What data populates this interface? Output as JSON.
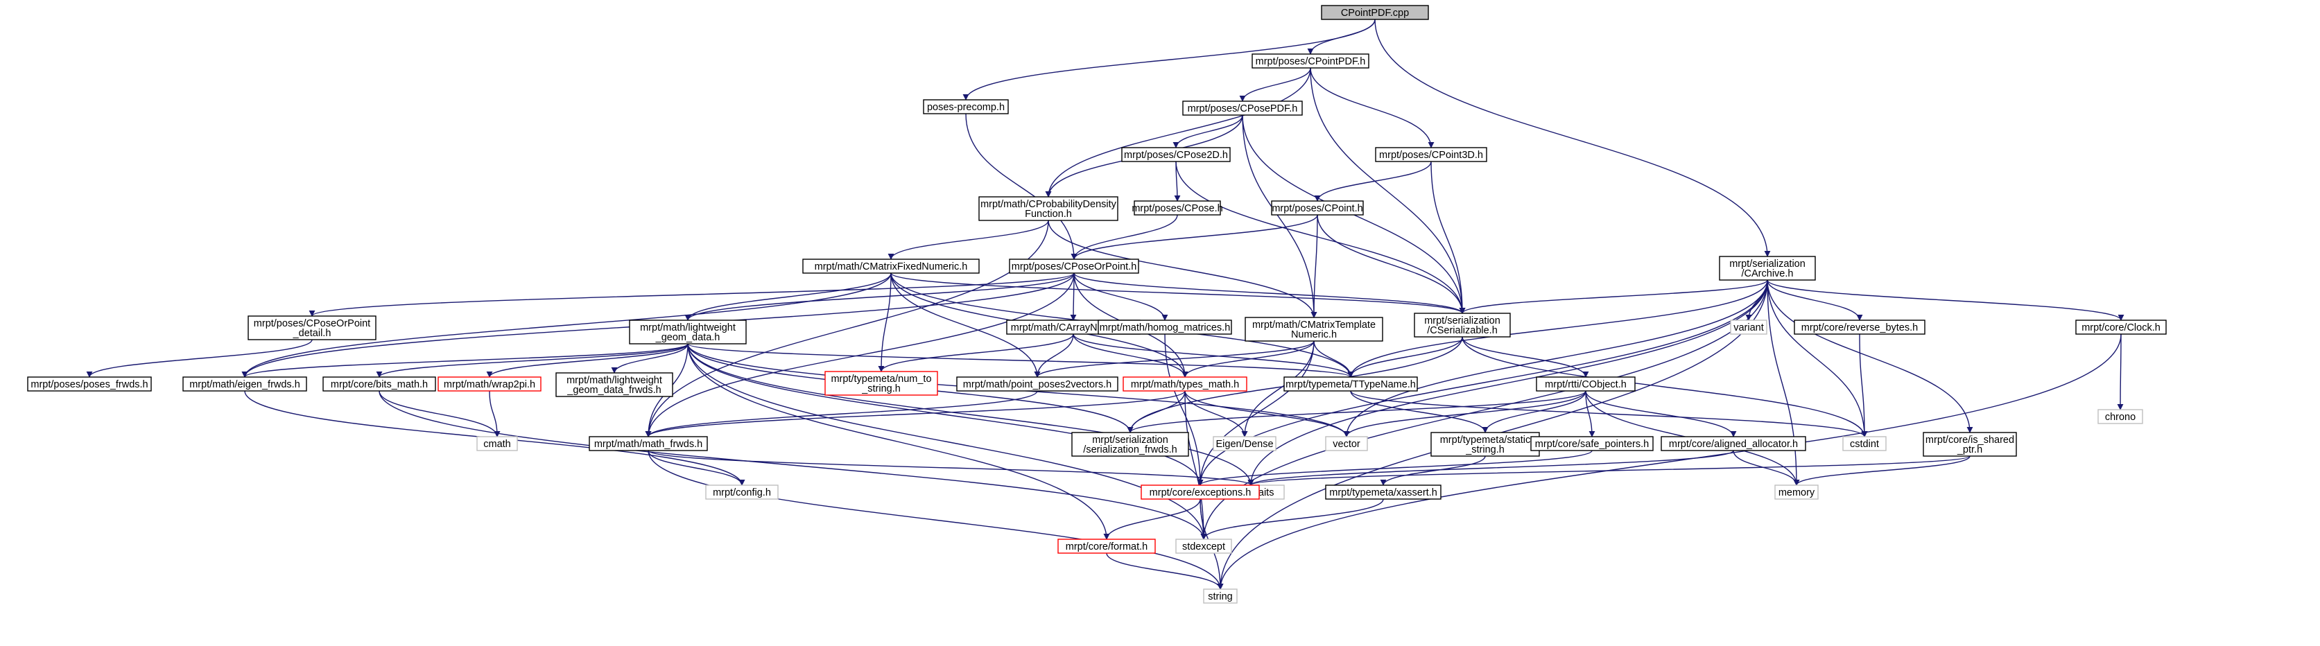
{
  "colors": {
    "edge": "#191970",
    "root_fill": "#bfbfbf",
    "normal_border": "#000000",
    "missing_border": "#bfbfbf",
    "missing_text": "#555555",
    "incomplete_border": "#ff0000",
    "fill": "#ffffff"
  },
  "nodes": [
    {
      "id": "root",
      "lines": [
        "CPointPDF.cpp"
      ],
      "kind": "root"
    },
    {
      "id": "posesPrecomp",
      "lines": [
        "poses-precomp.h"
      ],
      "kind": "normal"
    },
    {
      "id": "cpointpdf",
      "lines": [
        "mrpt/poses/CPointPDF.h"
      ],
      "kind": "normal"
    },
    {
      "id": "cposepdf",
      "lines": [
        "mrpt/poses/CPosePDF.h"
      ],
      "kind": "normal"
    },
    {
      "id": "cpose2d",
      "lines": [
        "mrpt/poses/CPose2D.h"
      ],
      "kind": "normal"
    },
    {
      "id": "cpoint3d",
      "lines": [
        "mrpt/poses/CPoint3D.h"
      ],
      "kind": "normal"
    },
    {
      "id": "cprob",
      "lines": [
        "mrpt/math/CProbabilityDensity",
        "Function.h"
      ],
      "kind": "normal"
    },
    {
      "id": "cposeh",
      "lines": [
        "mrpt/poses/CPose.h"
      ],
      "kind": "normal"
    },
    {
      "id": "cpointh",
      "lines": [
        "mrpt/poses/CPoint.h"
      ],
      "kind": "normal"
    },
    {
      "id": "cmatfixed",
      "lines": [
        "mrpt/math/CMatrixFixedNumeric.h"
      ],
      "kind": "normal"
    },
    {
      "id": "cposeorpoint",
      "lines": [
        "mrpt/poses/CPoseOrPoint.h"
      ],
      "kind": "normal"
    },
    {
      "id": "carchive",
      "lines": [
        "mrpt/serialization",
        "/CArchive.h"
      ],
      "kind": "normal"
    },
    {
      "id": "cposeorpointdetail",
      "lines": [
        "mrpt/poses/CPoseOrPoint",
        "_detail.h"
      ],
      "kind": "normal"
    },
    {
      "id": "lwgeom",
      "lines": [
        "mrpt/math/lightweight",
        "_geom_data.h"
      ],
      "kind": "normal"
    },
    {
      "id": "carraynumeric",
      "lines": [
        "mrpt/math/CArrayNumeric.h"
      ],
      "kind": "normal"
    },
    {
      "id": "homog",
      "lines": [
        "mrpt/math/homog_matrices.h"
      ],
      "kind": "normal"
    },
    {
      "id": "cmattemplate",
      "lines": [
        "mrpt/math/CMatrixTemplate",
        "Numeric.h"
      ],
      "kind": "normal"
    },
    {
      "id": "cserializable",
      "lines": [
        "mrpt/serialization",
        "/CSerializable.h"
      ],
      "kind": "normal"
    },
    {
      "id": "variant",
      "lines": [
        "variant"
      ],
      "kind": "missing"
    },
    {
      "id": "reversebytes",
      "lines": [
        "mrpt/core/reverse_bytes.h"
      ],
      "kind": "normal"
    },
    {
      "id": "clock",
      "lines": [
        "mrpt/core/Clock.h"
      ],
      "kind": "normal"
    },
    {
      "id": "posesfrwds",
      "lines": [
        "mrpt/poses/poses_frwds.h"
      ],
      "kind": "normal"
    },
    {
      "id": "eigenfrwds",
      "lines": [
        "mrpt/math/eigen_frwds.h"
      ],
      "kind": "normal"
    },
    {
      "id": "bitsmath",
      "lines": [
        "mrpt/core/bits_math.h"
      ],
      "kind": "normal"
    },
    {
      "id": "wrap2pi",
      "lines": [
        "mrpt/math/wrap2pi.h"
      ],
      "kind": "incomplete"
    },
    {
      "id": "lwgeomfrwds",
      "lines": [
        "mrpt/math/lightweight",
        "_geom_data_frwds.h"
      ],
      "kind": "normal"
    },
    {
      "id": "numtostring",
      "lines": [
        "mrpt/typemeta/num_to",
        "_string.h"
      ],
      "kind": "incomplete"
    },
    {
      "id": "pointposes2vec",
      "lines": [
        "mrpt/math/point_poses2vectors.h"
      ],
      "kind": "normal"
    },
    {
      "id": "typesmath",
      "lines": [
        "mrpt/math/types_math.h"
      ],
      "kind": "incomplete"
    },
    {
      "id": "ttypename",
      "lines": [
        "mrpt/typemeta/TTypeName.h"
      ],
      "kind": "normal"
    },
    {
      "id": "crtti",
      "lines": [
        "mrpt/rtti/CObject.h"
      ],
      "kind": "normal"
    },
    {
      "id": "chrono",
      "lines": [
        "chrono"
      ],
      "kind": "missing"
    },
    {
      "id": "cmath",
      "lines": [
        "cmath"
      ],
      "kind": "missing"
    },
    {
      "id": "mathfrwds",
      "lines": [
        "mrpt/math/math_frwds.h"
      ],
      "kind": "normal"
    },
    {
      "id": "sfrwds",
      "lines": [
        "mrpt/serialization",
        "/serialization_frwds.h"
      ],
      "kind": "normal"
    },
    {
      "id": "eigendense",
      "lines": [
        "Eigen/Dense"
      ],
      "kind": "missing"
    },
    {
      "id": "vector",
      "lines": [
        "vector"
      ],
      "kind": "missing"
    },
    {
      "id": "staticstring",
      "lines": [
        "mrpt/typemeta/static",
        "_string.h"
      ],
      "kind": "normal"
    },
    {
      "id": "safepointers",
      "lines": [
        "mrpt/core/safe_pointers.h"
      ],
      "kind": "normal"
    },
    {
      "id": "alignedalloc",
      "lines": [
        "mrpt/core/aligned_allocator.h"
      ],
      "kind": "normal"
    },
    {
      "id": "issharedptr",
      "lines": [
        "mrpt/core/is_shared",
        "_ptr.h"
      ],
      "kind": "normal"
    },
    {
      "id": "cstdint",
      "lines": [
        "cstdint"
      ],
      "kind": "missing"
    },
    {
      "id": "config",
      "lines": [
        "mrpt/config.h"
      ],
      "kind": "missing"
    },
    {
      "id": "typetraits",
      "lines": [
        "type_traits"
      ],
      "kind": "missing"
    },
    {
      "id": "memory",
      "lines": [
        "memory"
      ],
      "kind": "missing"
    },
    {
      "id": "exceptions",
      "lines": [
        "mrpt/core/exceptions.h"
      ],
      "kind": "incomplete"
    },
    {
      "id": "xassert",
      "lines": [
        "mrpt/typemeta/xassert.h"
      ],
      "kind": "normal"
    },
    {
      "id": "stdexcept",
      "lines": [
        "stdexcept"
      ],
      "kind": "missing"
    },
    {
      "id": "format",
      "lines": [
        "mrpt/core/format.h"
      ],
      "kind": "incomplete"
    },
    {
      "id": "string",
      "lines": [
        "string"
      ],
      "kind": "missing"
    }
  ],
  "edges": [
    [
      "root",
      "posesPrecomp"
    ],
    [
      "root",
      "cpointpdf"
    ],
    [
      "root",
      "carchive"
    ],
    [
      "posesPrecomp",
      "cposeorpoint"
    ],
    [
      "cpointpdf",
      "cposepdf"
    ],
    [
      "cpointpdf",
      "cpoint3d"
    ],
    [
      "cpointpdf",
      "cprob"
    ],
    [
      "cpointpdf",
      "cserializable"
    ],
    [
      "cposepdf",
      "cpose2d"
    ],
    [
      "cposepdf",
      "cprob"
    ],
    [
      "cposepdf",
      "cmattemplate"
    ],
    [
      "cposepdf",
      "cserializable"
    ],
    [
      "cpose2d",
      "cposeh"
    ],
    [
      "cpose2d",
      "cserializable"
    ],
    [
      "cpoint3d",
      "cpointh"
    ],
    [
      "cpoint3d",
      "cserializable"
    ],
    [
      "cposeh",
      "cposeorpoint"
    ],
    [
      "cpointh",
      "cposeorpoint"
    ],
    [
      "cpointh",
      "cmattemplate"
    ],
    [
      "cpointh",
      "cserializable"
    ],
    [
      "cprob",
      "cmatfixed"
    ],
    [
      "cprob",
      "cmattemplate"
    ],
    [
      "cprob",
      "mathfrwds"
    ],
    [
      "cmatfixed",
      "lwgeom"
    ],
    [
      "cmatfixed",
      "cserializable"
    ],
    [
      "cmatfixed",
      "ttypename"
    ],
    [
      "cmatfixed",
      "eigenfrwds"
    ],
    [
      "cmatfixed",
      "numtostring"
    ],
    [
      "cmatfixed",
      "pointposes2vec"
    ],
    [
      "cmatfixed",
      "typesmath"
    ],
    [
      "cposeorpoint",
      "cposeorpointdetail"
    ],
    [
      "cposeorpoint",
      "lwgeom"
    ],
    [
      "cposeorpoint",
      "carraynumeric"
    ],
    [
      "cposeorpoint",
      "homog"
    ],
    [
      "cposeorpoint",
      "cserializable"
    ],
    [
      "cposeorpoint",
      "mathfrwds"
    ],
    [
      "cposeorpoint",
      "eigenfrwds"
    ],
    [
      "cposeorpoint",
      "typesmath"
    ],
    [
      "cposeorpointdetail",
      "posesfrwds"
    ],
    [
      "lwgeom",
      "eigenfrwds"
    ],
    [
      "lwgeom",
      "bitsmath"
    ],
    [
      "lwgeom",
      "wrap2pi"
    ],
    [
      "lwgeom",
      "lwgeomfrwds"
    ],
    [
      "lwgeom",
      "mathfrwds"
    ],
    [
      "lwgeom",
      "ttypename"
    ],
    [
      "lwgeom",
      "sfrwds"
    ],
    [
      "lwgeom",
      "exceptions"
    ],
    [
      "lwgeom",
      "format"
    ],
    [
      "lwgeom",
      "stdexcept"
    ],
    [
      "lwgeom",
      "typetraits"
    ],
    [
      "lwgeom",
      "vector"
    ],
    [
      "carraynumeric",
      "numtostring"
    ],
    [
      "carraynumeric",
      "pointposes2vec"
    ],
    [
      "carraynumeric",
      "typesmath"
    ],
    [
      "carraynumeric",
      "ttypename"
    ],
    [
      "homog",
      "exceptions"
    ],
    [
      "cmattemplate",
      "pointposes2vec"
    ],
    [
      "cmattemplate",
      "typesmath"
    ],
    [
      "cmattemplate",
      "ttypename"
    ],
    [
      "cmattemplate",
      "eigendense"
    ],
    [
      "cmattemplate",
      "exceptions"
    ],
    [
      "cserializable",
      "ttypename"
    ],
    [
      "cserializable",
      "crtti"
    ],
    [
      "cserializable",
      "sfrwds"
    ],
    [
      "cserializable",
      "cstdint"
    ],
    [
      "carchive",
      "cserializable"
    ],
    [
      "carchive",
      "ttypename"
    ],
    [
      "carchive",
      "variant"
    ],
    [
      "carchive",
      "reversebytes"
    ],
    [
      "carchive",
      "clock"
    ],
    [
      "carchive",
      "exceptions"
    ],
    [
      "carchive",
      "issharedptr"
    ],
    [
      "carchive",
      "cstdint"
    ],
    [
      "carchive",
      "typetraits"
    ],
    [
      "carchive",
      "vector"
    ],
    [
      "carchive",
      "stdexcept"
    ],
    [
      "carchive",
      "string"
    ],
    [
      "carchive",
      "memory"
    ],
    [
      "reversebytes",
      "cstdint"
    ],
    [
      "clock",
      "chrono"
    ],
    [
      "clock",
      "string"
    ],
    [
      "eigenfrwds",
      "config"
    ],
    [
      "bitsmath",
      "cmath"
    ],
    [
      "bitsmath",
      "stdexcept"
    ],
    [
      "wrap2pi",
      "cmath"
    ],
    [
      "pointposes2vec",
      "mathfrwds"
    ],
    [
      "typesmath",
      "mathfrwds"
    ],
    [
      "typesmath",
      "sfrwds"
    ],
    [
      "typesmath",
      "eigendense"
    ],
    [
      "typesmath",
      "vector"
    ],
    [
      "typesmath",
      "stdexcept"
    ],
    [
      "ttypename",
      "staticstring"
    ],
    [
      "ttypename",
      "cstdint"
    ],
    [
      "crtti",
      "safepointers"
    ],
    [
      "crtti",
      "alignedalloc"
    ],
    [
      "crtti",
      "staticstring"
    ],
    [
      "crtti",
      "memory"
    ],
    [
      "crtti",
      "vector"
    ],
    [
      "crtti",
      "sfrwds"
    ],
    [
      "mathfrwds",
      "config"
    ],
    [
      "mathfrwds",
      "typetraits"
    ],
    [
      "mathfrwds",
      "string"
    ],
    [
      "staticstring",
      "xassert"
    ],
    [
      "safepointers",
      "exceptions"
    ],
    [
      "alignedalloc",
      "typetraits"
    ],
    [
      "alignedalloc",
      "memory"
    ],
    [
      "issharedptr",
      "typetraits"
    ],
    [
      "issharedptr",
      "memory"
    ],
    [
      "exceptions",
      "format"
    ],
    [
      "exceptions",
      "stdexcept"
    ],
    [
      "exceptions",
      "string"
    ],
    [
      "xassert",
      "stdexcept"
    ],
    [
      "format",
      "string"
    ]
  ]
}
